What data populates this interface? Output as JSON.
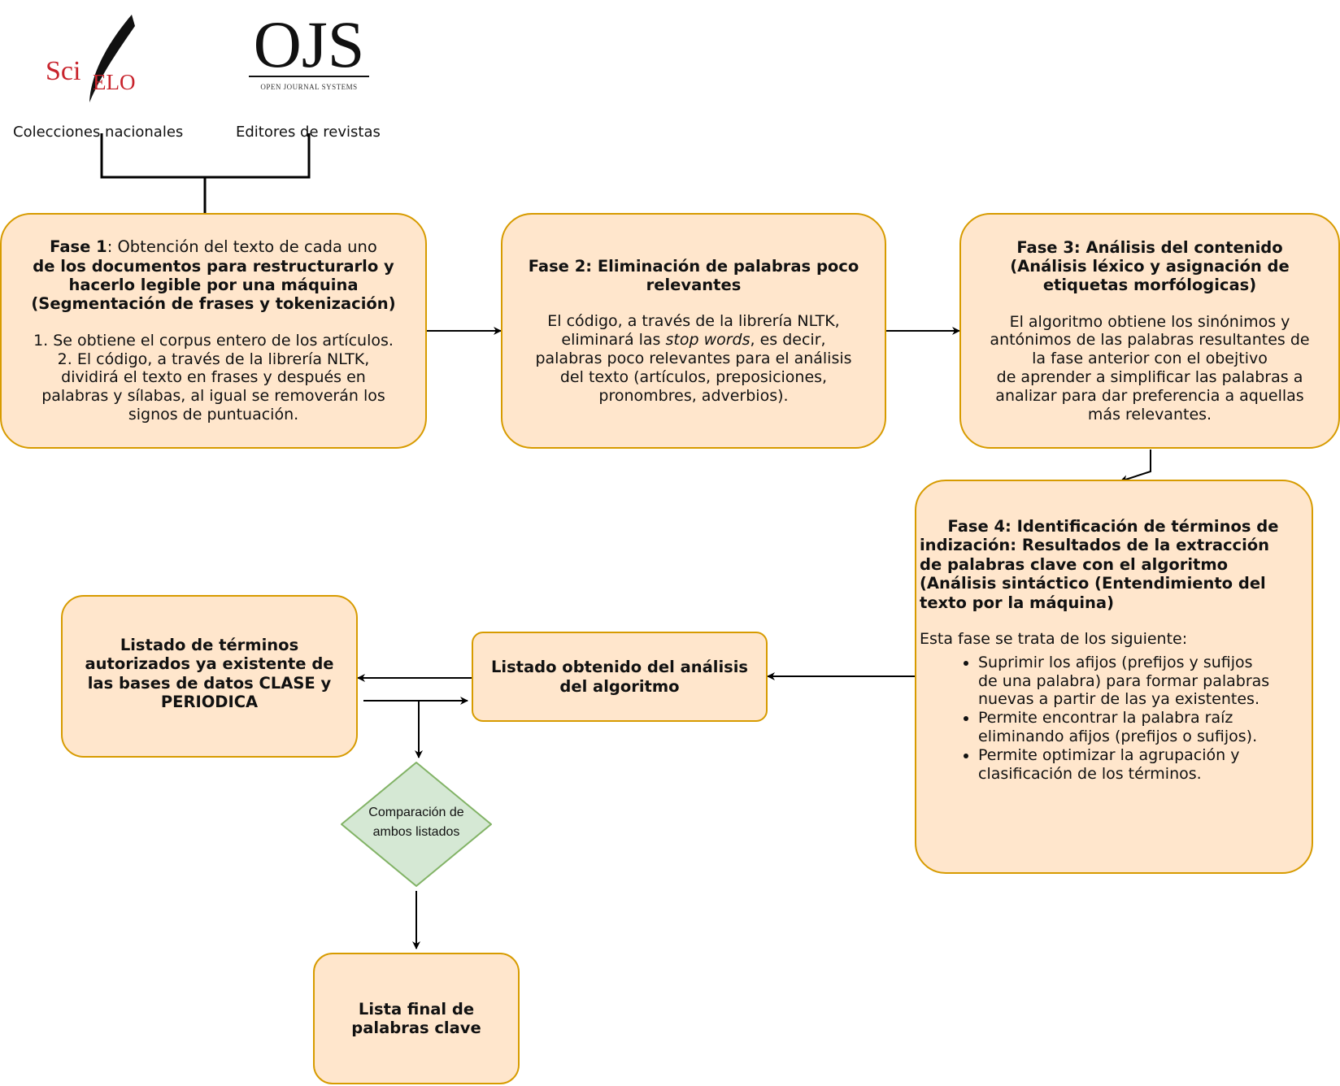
{
  "logos": {
    "scielo": {
      "text": "SciELO",
      "color": "#c8232c"
    },
    "ojs": {
      "text": "OJS",
      "subtitle": "OPEN JOURNAL SYSTEMS"
    }
  },
  "sources": {
    "left": "Colecciones nacionales",
    "right": "Editores de revistas"
  },
  "phase1": {
    "title_bold": "Fase 1",
    "title_rest_line1": ": Obtención del texto de cada uno",
    "title_line2": "de los documentos para restructurarlo y",
    "title_line3": "hacerlo legible por una máquina",
    "title_line4": "(Segmentación de frases y tokenización)",
    "body_line1": "1. Se obtiene el corpus entero de los artículos.",
    "body_line2": "2. El código, a través de la librería NLTK,",
    "body_line3": "dividirá el texto en frases y después en",
    "body_line4": "palabras y sílabas, al igual se removerán los",
    "body_line5": "signos de puntuación."
  },
  "phase2": {
    "title_line1": "Fase 2: Eliminación de palabras poco",
    "title_line2": "relevantes",
    "body_line1": "El código, a través de la librería NLTK,",
    "body_line2_a": "eliminará las ",
    "body_line2_em": "stop words",
    "body_line2_b": ", es decir,",
    "body_line3": "palabras poco relevantes para el análisis",
    "body_line4": "del texto (artículos, preposiciones,",
    "body_line5": "pronombres, adverbios)."
  },
  "phase3": {
    "title_line1": "Fase 3: Análisis del contenido",
    "title_line2": "(Análisis léxico y asignación de",
    "title_line3": "etiquetas morfólogicas)",
    "body_line1": "El algoritmo obtiene los sinónimos y",
    "body_line2": "antónimos de las palabras resultantes de",
    "body_line3": "la fase anterior con el obejtivo",
    "body_line4": "de aprender a simplificar las palabras a",
    "body_line5": "analizar para dar preferencia a aquellas",
    "body_line6": "más relevantes."
  },
  "phase4": {
    "title_line1": "Fase 4: Identificación de términos de",
    "title_line2": "indización: Resultados de la extracción",
    "title_line3": "de palabras clave con el algoritmo",
    "title_line4": "(Análisis sintáctico (Entendimiento del",
    "title_line5": "texto por la máquina)",
    "intro": "Esta fase se trata de los siguiente:",
    "bullets": [
      [
        "Suprimir los afijos (prefijos y sufijos",
        "de una palabra) para formar palabras",
        "nuevas a partir de las ya existentes."
      ],
      [
        "Permite encontrar la palabra raíz",
        "eliminando afijos (prefijos o sufijos)."
      ],
      [
        "Permite optimizar la agrupación y",
        "clasificación de los términos."
      ]
    ]
  },
  "authorized_list": {
    "line1": "Listado de términos",
    "line2": "autorizados ya existente de",
    "line3": "las bases de datos CLASE y",
    "line4": "PERIODICA"
  },
  "obtained_list": {
    "line1": "Listado obtenido del análisis",
    "line2": "del algoritmo"
  },
  "comparison": {
    "line1": "Comparación de",
    "line2": "ambos listados",
    "fill": "#d5e8d4",
    "stroke": "#82b366"
  },
  "final_list": {
    "line1": "Lista final de",
    "line2": "palabras clave"
  },
  "colors": {
    "box_fill": "#ffe6cc",
    "box_stroke": "#d79b00",
    "line": "#000000"
  }
}
